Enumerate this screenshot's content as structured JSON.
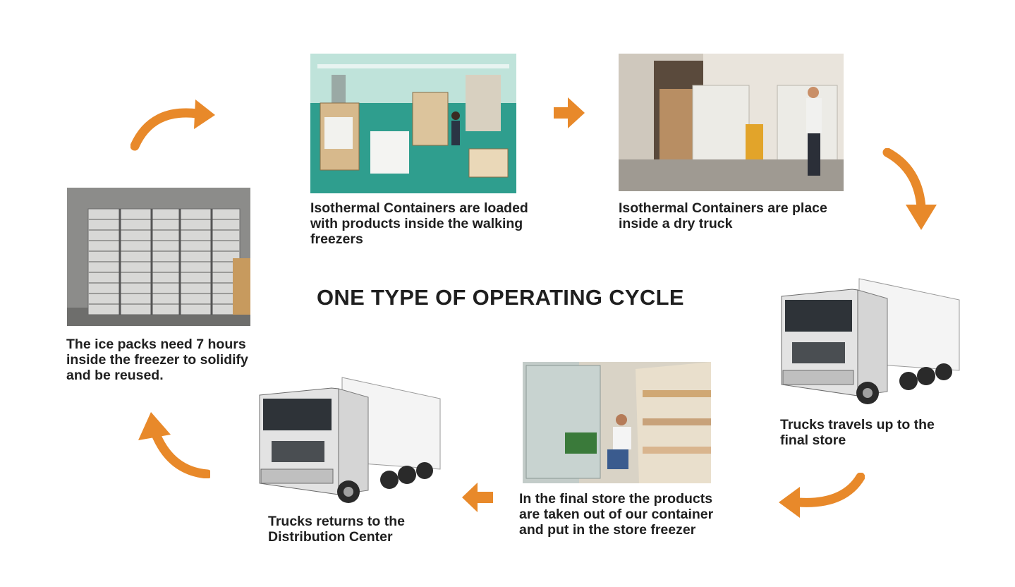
{
  "title": "ONE TYPE OF OPERATING CYCLE",
  "accent_color": "#E8892A",
  "steps": [
    {
      "caption": "Isothermal Containers are loaded\nwith products inside the walking\nfreezers",
      "image": "warehouse-loading-photo"
    },
    {
      "caption": "Isothermal Containers are place\ninside a dry truck",
      "image": "truck-loading-photo"
    },
    {
      "caption": "Trucks travels up to the\nfinal store",
      "image": "semi-truck-photo"
    },
    {
      "caption": "In the final store the products\nare taken out of our container\nand put in the store freezer",
      "image": "store-unloading-photo"
    },
    {
      "caption": "Trucks returns to the\nDistribution Center",
      "image": "semi-truck-return-photo"
    },
    {
      "caption": "The ice packs need 7 hours\ninside the freezer to solidify\nand be reused.",
      "image": "ice-pack-racks-photo"
    }
  ]
}
